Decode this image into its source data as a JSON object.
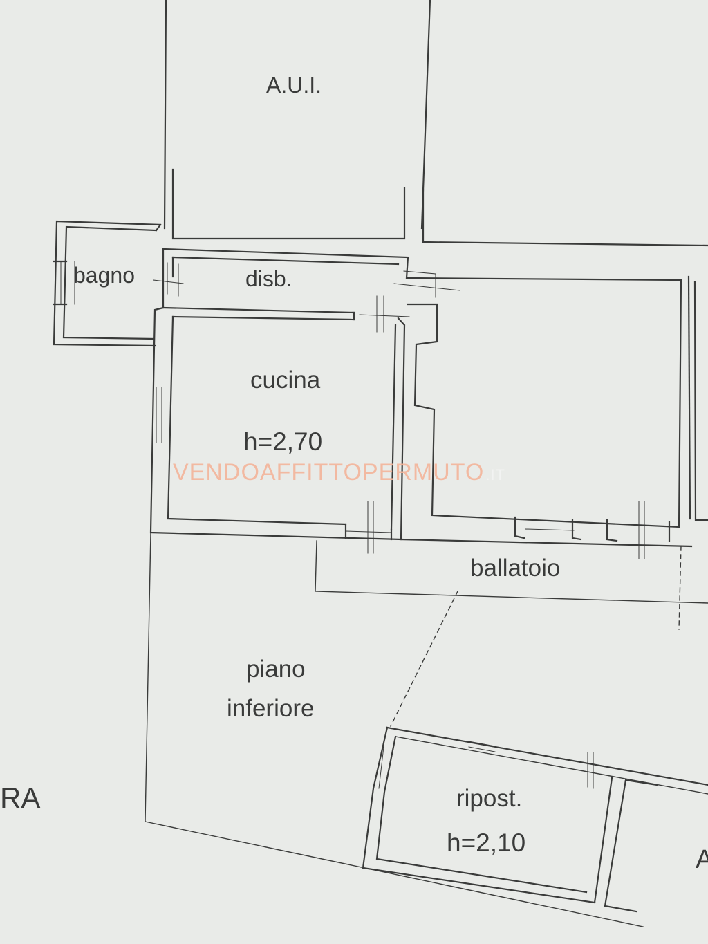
{
  "rooms": {
    "aui": "A.U.I.",
    "bagno": "bagno",
    "disb": "disb.",
    "cucina": "cucina",
    "cucina_height": "h=2,70",
    "ballatoio": "ballatoio",
    "piano": "piano",
    "inferiore": "inferiore",
    "ripost": "ripost.",
    "ripost_height": "h=2,10",
    "cut_left": "RA",
    "cut_right": "A"
  },
  "watermark": {
    "text": "VENDOAFFITTOPERMUTO",
    "suffix": ".IT",
    "color": "#f4b49a"
  },
  "colors": {
    "paper": "#e9ebe8",
    "line": "#3a3b3a"
  }
}
